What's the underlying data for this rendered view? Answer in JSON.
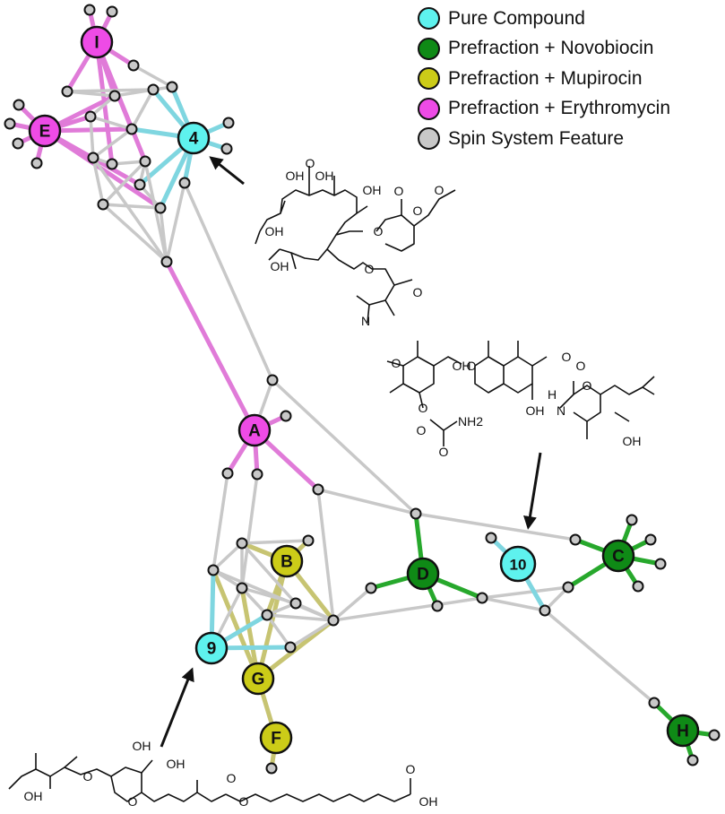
{
  "legend": {
    "items": [
      {
        "label": "Pure Compound",
        "color": "#5ef2ee",
        "category": "pure"
      },
      {
        "label": "Prefraction + Novobiocin",
        "color": "#0f8a16",
        "category": "novobiocin"
      },
      {
        "label": "Prefraction + Mupirocin",
        "color": "#cccc18",
        "category": "mupirocin"
      },
      {
        "label": "Prefraction + Erythromycin",
        "color": "#ee4be6",
        "category": "erythromycin"
      },
      {
        "label": "Spin System Feature",
        "color": "#c8c8c8",
        "category": "spin"
      }
    ]
  },
  "edge_colors": {
    "spin": "#c8c8c8",
    "pure": "#7fd6e0",
    "novobiocin": "#27a82c",
    "mupirocin": "#c7c472",
    "erythromycin": "#e07bd8"
  },
  "network": {
    "labeled_nodes": [
      {
        "id": "I",
        "label": "I",
        "category": "erythromycin"
      },
      {
        "id": "E",
        "label": "E",
        "category": "erythromycin"
      },
      {
        "id": "4",
        "label": "4",
        "category": "pure"
      },
      {
        "id": "A",
        "label": "A",
        "category": "erythromycin"
      },
      {
        "id": "B",
        "label": "B",
        "category": "mupirocin"
      },
      {
        "id": "G",
        "label": "G",
        "category": "mupirocin"
      },
      {
        "id": "F",
        "label": "F",
        "category": "mupirocin"
      },
      {
        "id": "9",
        "label": "9",
        "category": "pure"
      },
      {
        "id": "D",
        "label": "D",
        "category": "novobiocin"
      },
      {
        "id": "10",
        "label": "10",
        "category": "pure"
      },
      {
        "id": "C",
        "label": "C",
        "category": "novobiocin"
      },
      {
        "id": "H",
        "label": "H",
        "category": "novobiocin"
      }
    ]
  },
  "structures": {
    "erythromycin": {
      "name": "erythromycin",
      "atoms": [
        "O",
        "OH",
        "OH",
        "OH",
        "OH",
        "OH",
        "O",
        "O",
        "O",
        "O",
        "O",
        "O",
        "N"
      ]
    },
    "novobiocin": {
      "name": "novobiocin",
      "atoms": [
        "O",
        "O",
        "O",
        "O",
        "O",
        "OH",
        "O",
        "NH2",
        "O",
        "OH",
        "N",
        "H",
        "O",
        "OH"
      ]
    },
    "mupirocin": {
      "name": "mupirocin",
      "atoms": [
        "OH",
        "OH",
        "OH",
        "O",
        "O",
        "O",
        "O",
        "O",
        "OH"
      ]
    }
  }
}
